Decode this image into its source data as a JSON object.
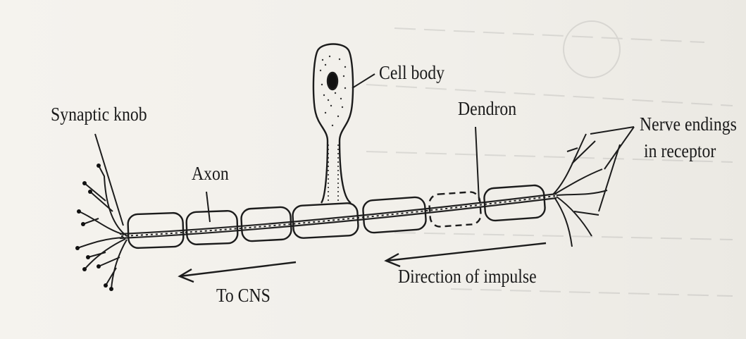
{
  "labels": {
    "synaptic_knob": "Synaptic knob",
    "axon": "Axon",
    "cell_body": "Cell body",
    "dendron": "Dendron",
    "nerve_endings_1": "Nerve endings",
    "nerve_endings_2": "in receptor",
    "to_cns": "To CNS",
    "direction_of_impulse": "Direction of impulse"
  }
}
